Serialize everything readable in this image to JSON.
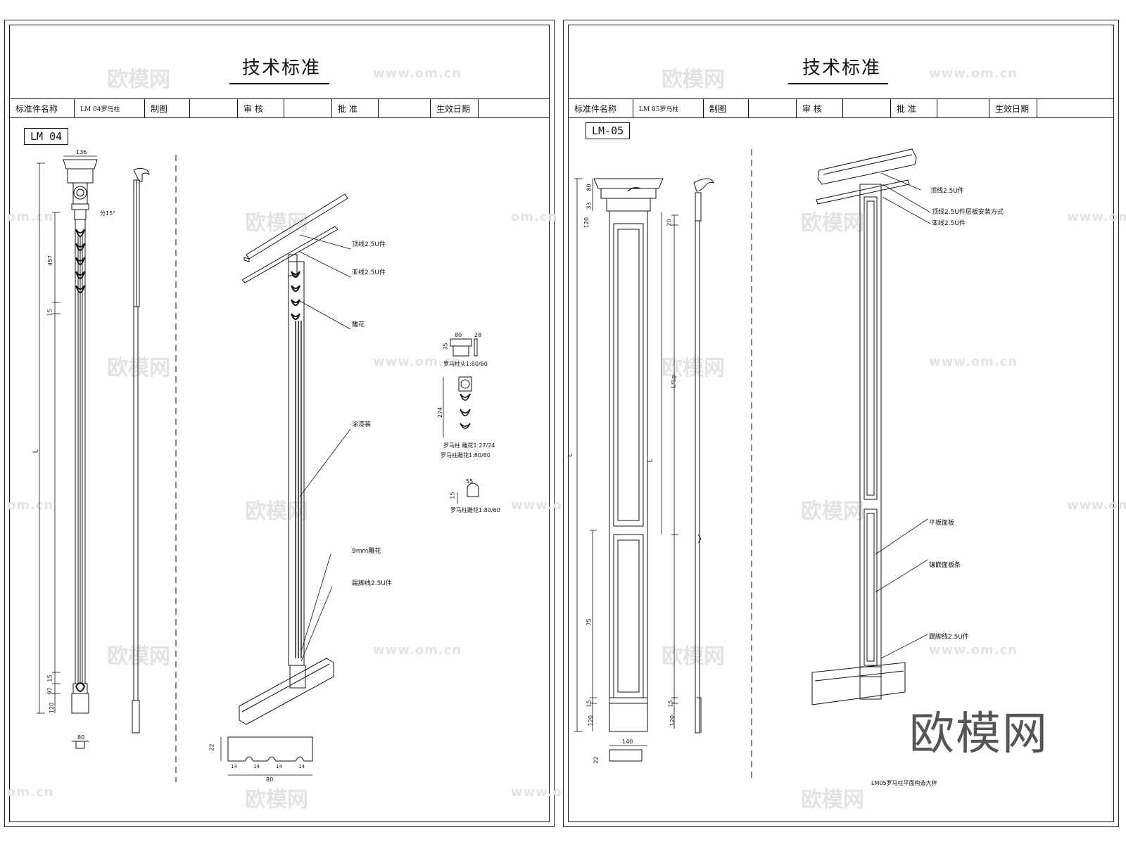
{
  "sheets": [
    {
      "title": "技术标准",
      "header": [
        "标准件名称",
        "LM 04罗马柱",
        "制图",
        "",
        "审 核",
        "",
        "批 准",
        "",
        "生效日期",
        ""
      ],
      "code": "LM 04",
      "callouts": [
        "顶线2.5U件",
        "亚线2.5U件",
        "雕花",
        "涂漆装",
        "9mm雕花",
        "踢脚线2.5U件"
      ],
      "dims_side": [
        "136",
        "分15°",
        "457",
        "15",
        "L",
        "15",
        "97",
        "120",
        "80"
      ],
      "detail_labels": [
        "罗马柱头1:80/60",
        "罗马柱 雕花1:27/24",
        "罗马柱雕花1:80/60",
        "罗马柱雕花1:80/60"
      ],
      "detail_dims": [
        "80",
        "28",
        "35",
        "274",
        "55",
        "15"
      ],
      "bottom_dims": [
        "22",
        "14",
        "14",
        "14",
        "14",
        "80"
      ]
    },
    {
      "title": "技术标准",
      "header": [
        "标准件名称",
        "LM 05罗马柱",
        "制图",
        "",
        "审 核",
        "",
        "批 准",
        "",
        "生效日期",
        ""
      ],
      "code": "LM-05",
      "callouts": [
        "顶线2.5U件",
        "顶线2.5U件层板安装方式",
        "亚线2.5U件",
        "平板面板",
        "镶嵌面板条",
        "踢脚线2.5U件"
      ],
      "dims_side": [
        "80",
        "33",
        "120",
        "20",
        "L*Lg",
        "L",
        "L",
        "75",
        "15",
        "120",
        "15",
        "120",
        "140",
        "22"
      ],
      "footer_note": "LM05罗马柱平面构造大样"
    }
  ],
  "watermarks": {
    "brand": "欧模网",
    "url": "www.om.cn",
    "url_partial": "om.cn",
    "logo": "欧模网"
  }
}
